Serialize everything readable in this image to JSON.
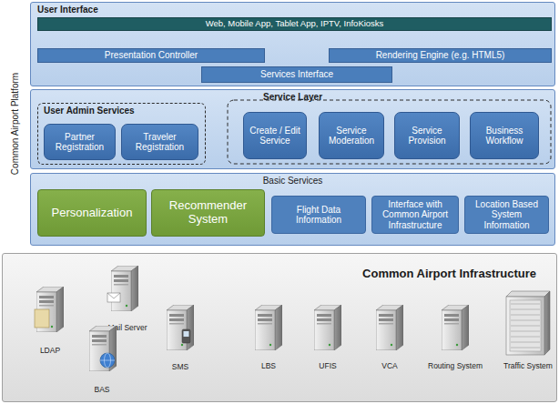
{
  "diagram": {
    "nodes": [
      {
        "text": [
          "User Interface"
        ]
      },
      {
        "text": [
          "Web, Mobile App, Tablet App, IPTV, InfoKiosks"
        ],
        "in": 0
      },
      {
        "text": [
          "Presentation Controller"
        ],
        "in": 0
      },
      {
        "text": [
          "Rendering Engine (e.g. HTML5)"
        ],
        "in": 0
      },
      {
        "text": [
          "Services Interface"
        ],
        "in": 0
      },
      {
        "text": [
          "Service Layer"
        ]
      },
      {
        "text": [
          "User Admin Services"
        ],
        "in": 5
      },
      {
        "text": [
          "Partner Registration"
        ],
        "in": 6
      },
      {
        "text": [
          "Traveler Registration"
        ],
        "in": 6
      },
      {
        "text": [
          "Create / Edit Service"
        ],
        "in": 5
      },
      {
        "text": [
          "Service Moderation"
        ],
        "in": 5
      },
      {
        "text": [
          "Service Provision"
        ],
        "in": 5
      },
      {
        "text": [
          "Business Workflow"
        ],
        "in": 5
      },
      {
        "text": [
          "Basic Services"
        ]
      },
      {
        "text": [
          "Personalization"
        ],
        "in": 13
      },
      {
        "text": [
          "Recommender System"
        ],
        "in": 13
      },
      {
        "text": [
          "Flight Data Information"
        ],
        "in": 13
      },
      {
        "text": [
          "Interface with Common Airport Infrastructure"
        ],
        "in": 13
      },
      {
        "text": [
          "Location Based System Information"
        ],
        "in": 13
      },
      {
        "text": [
          "Common Airport Infrastructure"
        ]
      }
    ],
    "edges": [],
    "labels": [
      "Common Airport Platform",
      "LDAP",
      "Mail Server",
      "BAS",
      "SMS",
      "LBS",
      "UFIS",
      "VCA",
      "Routing System",
      "Traffic System"
    ]
  }
}
